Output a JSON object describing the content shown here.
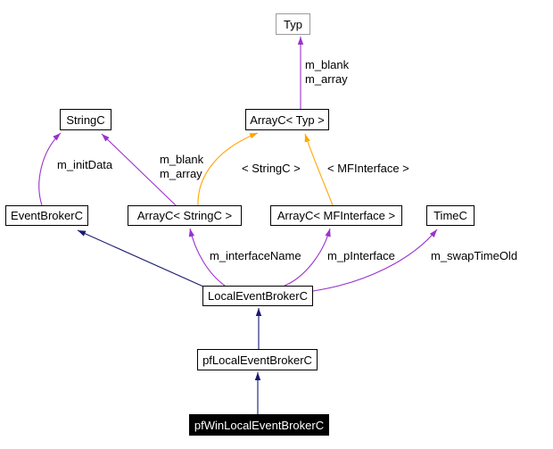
{
  "colors": {
    "usage_edge": "#9a32cd",
    "template_edge": "#ffa500",
    "inheritance_edge": "#191970",
    "node_border": "#000000",
    "undocumented_node_border": "#9b9b9b",
    "current_node_bg": "#000000",
    "current_node_text": "#ffffff"
  },
  "nodes": {
    "typ": {
      "label": "Typ"
    },
    "stringc": {
      "label": "StringC"
    },
    "arrayc_typ": {
      "label": "ArrayC< Typ >"
    },
    "eventbrokerc": {
      "label": "EventBrokerC"
    },
    "arrayc_stringc": {
      "label": "ArrayC< StringC >"
    },
    "arrayc_mfinterface": {
      "label": "ArrayC< MFInterface >"
    },
    "timec": {
      "label": "TimeC"
    },
    "localeventbrokerc": {
      "label": "LocalEventBrokerC"
    },
    "pflocaleventbrokerc": {
      "label": "pfLocalEventBrokerC"
    },
    "pfwinlocaleventbrokerc": {
      "label": "pfWinLocalEventBrokerC"
    }
  },
  "edge_labels": {
    "typ_members": {
      "line1": "m_blank",
      "line2": "m_array"
    },
    "initdata": "m_initData",
    "stringc_members": {
      "line1": "m_blank",
      "line2": "m_array"
    },
    "template_stringc": "< StringC >",
    "template_mfinterface": "< MFInterface >",
    "interfacename": "m_interfaceName",
    "pinterface": "m_pInterface",
    "swaptimeold": "m_swapTimeOld"
  }
}
